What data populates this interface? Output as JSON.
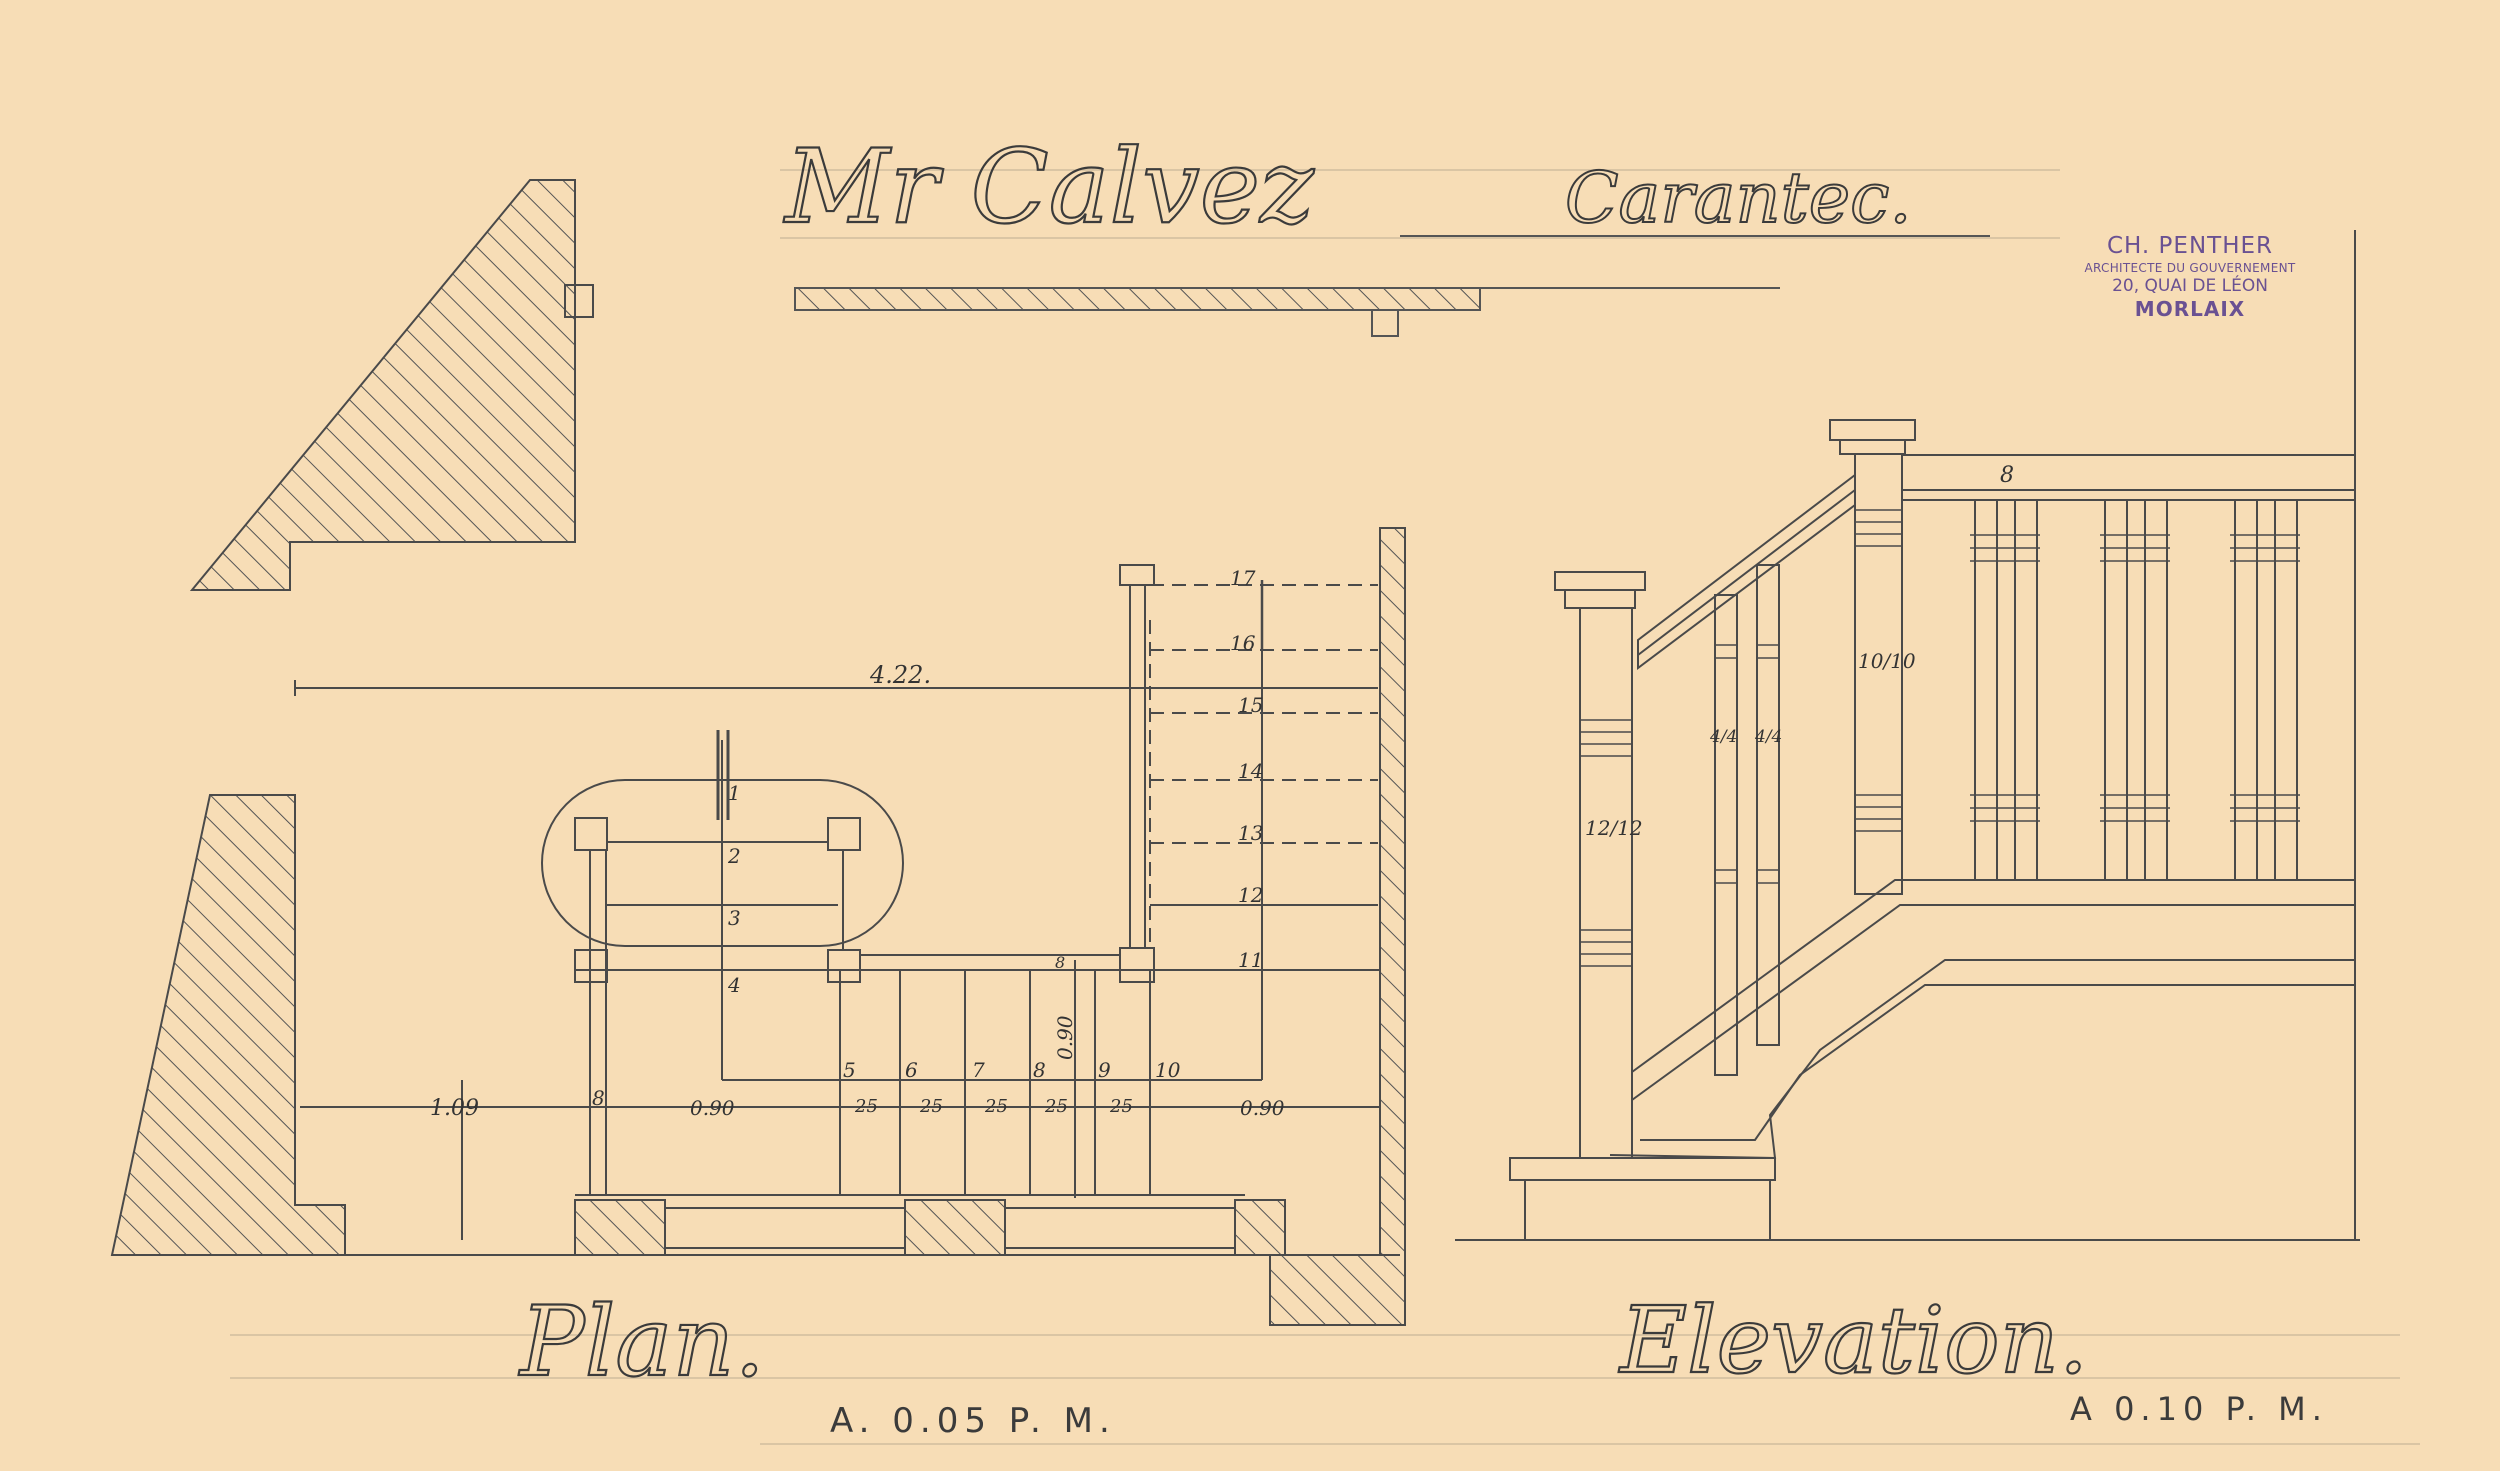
{
  "title": {
    "client": "Mr Calvez",
    "place": "Carantec."
  },
  "stamp": {
    "name": "CH. PENTHER",
    "role": "ARCHITECTE DU GOUVERNEMENT",
    "address": "20, QUAI DE LÉON",
    "city": "MORLAIX"
  },
  "plan": {
    "caption": "Plan.",
    "scale": "A. 0.05 P. M.",
    "overall": "4.22.",
    "dims": {
      "d109": "1.09",
      "d8": "8",
      "d090a": "0.90",
      "d25": [
        "25",
        "25",
        "25",
        "25",
        "25"
      ],
      "d090b": "0.90",
      "d090v": "0.90",
      "d8b": "8"
    },
    "steps": [
      "1",
      "2",
      "3",
      "4",
      "5",
      "6",
      "7",
      "8",
      "9",
      "10",
      "11",
      "12",
      "13",
      "14",
      "15",
      "16",
      "17"
    ]
  },
  "elevation": {
    "caption": "Elevation.",
    "scale": "A 0.10 P. M.",
    "labels": {
      "rail": "8",
      "newel_top": "10/10",
      "newel_bottom": "12/12",
      "baluster_a": "4/4",
      "baluster_b": "4/4"
    }
  }
}
